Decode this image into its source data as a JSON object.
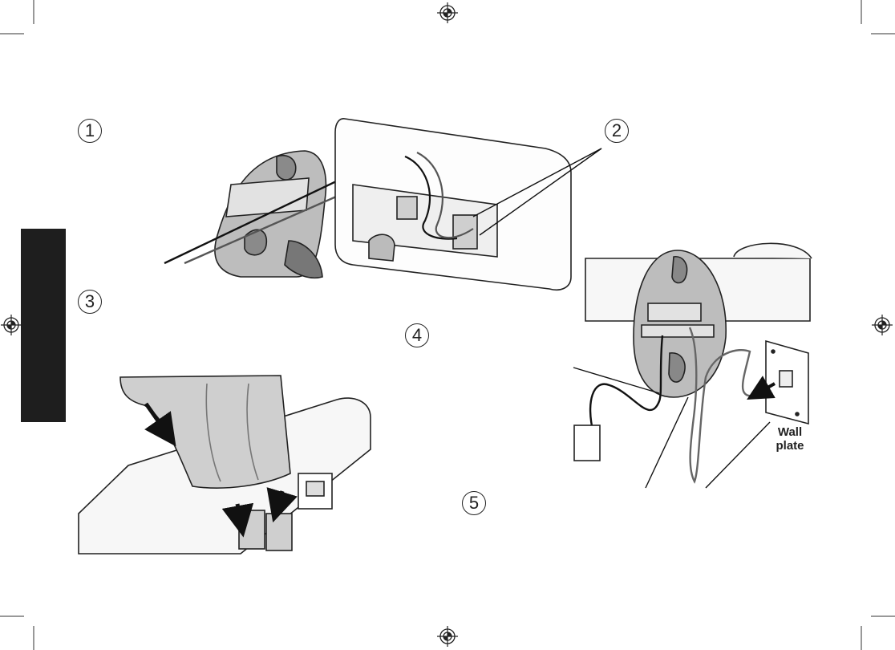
{
  "steps": {
    "s1": "1",
    "s2": "2",
    "s3": "3",
    "s4": "4",
    "s5": "5"
  },
  "labels": {
    "wall_plate_line1": "Wall",
    "wall_plate_line2": "plate"
  },
  "colors": {
    "ink": "#222222",
    "tab": "#1e1e1e",
    "shade": "#9a9a9a",
    "light_shade": "#c8c8c8"
  },
  "icons": [
    "registration-mark-icon",
    "arrow-icon",
    "phone-jack-icon"
  ]
}
